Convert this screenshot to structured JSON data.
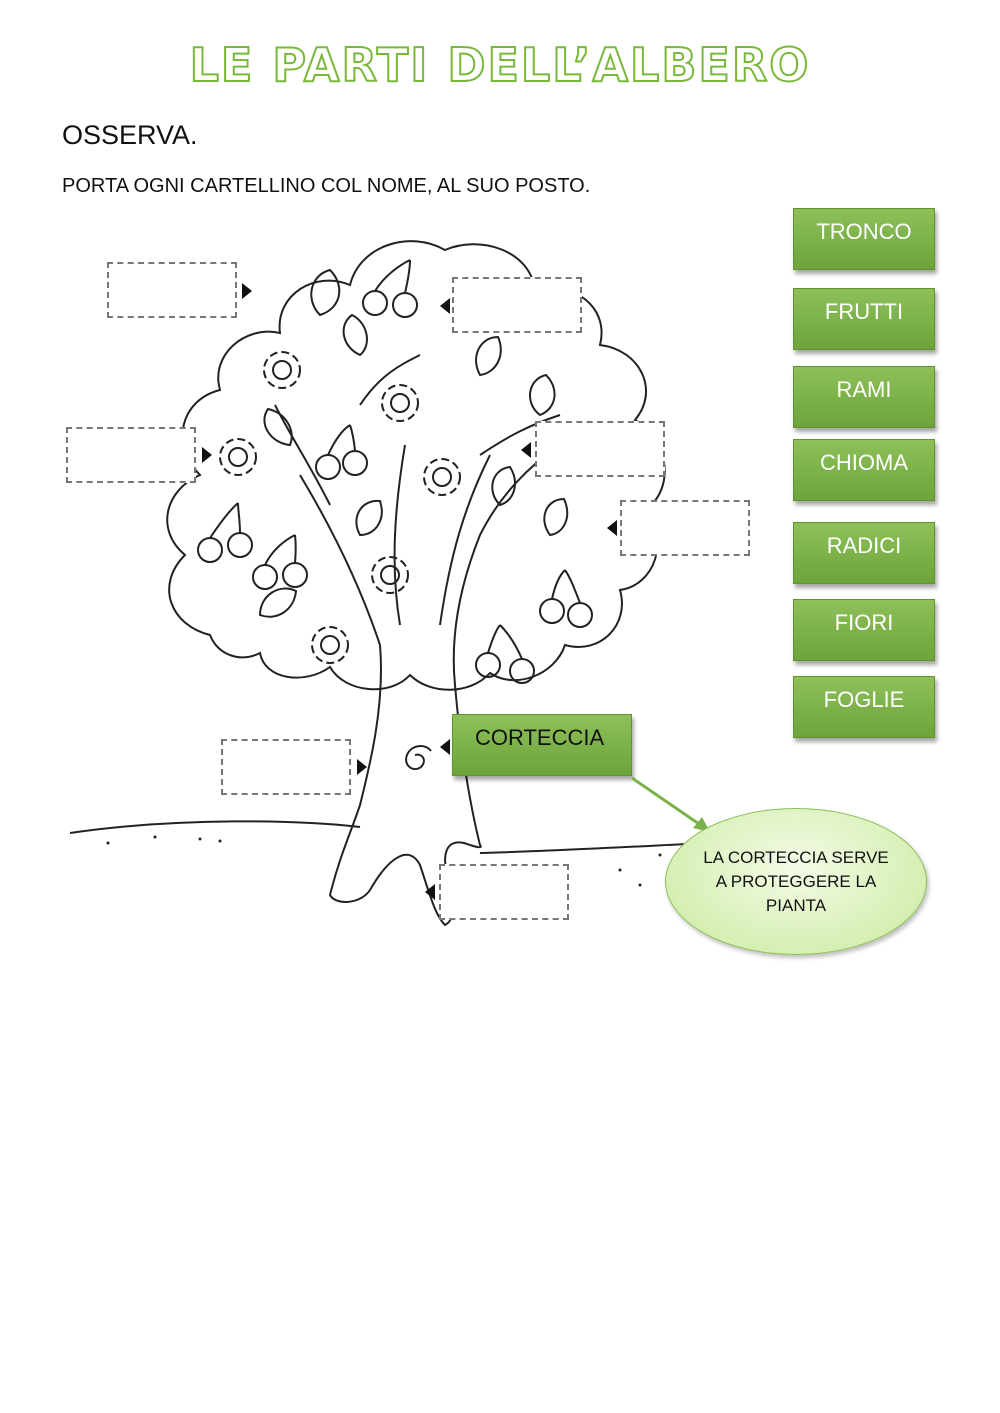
{
  "title": "LE PARTI DELL’ALBERO",
  "instruction_observe": "OSSERVA.",
  "instruction_task": "PORTA OGNI CARTELLINO COL NOME, AL SUO POSTO.",
  "labels": [
    "TRONCO",
    "FRUTTI",
    "RAMI",
    "CHIOMA",
    "RADICI",
    "FIORI",
    "FOGLIE"
  ],
  "placed_label": "CORTECCIA",
  "bubble_text": "LA CORTECCIA SERVE A PROTEGGERE LA PIANTA",
  "colors": {
    "card_green": "#7ab24a",
    "title_outline": "#78b83a",
    "bubble_fill": "#d6efb4"
  }
}
